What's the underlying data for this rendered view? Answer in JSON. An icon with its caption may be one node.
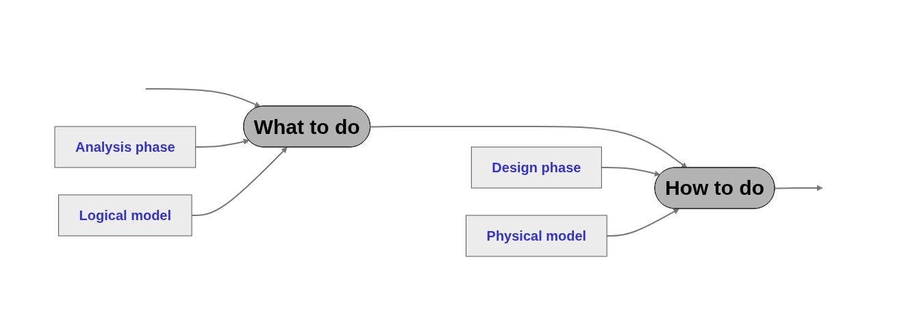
{
  "diagram": {
    "nodes": [
      {
        "text": [
          "Analysis phase"
        ]
      },
      {
        "text": [
          "What to do"
        ]
      },
      {
        "text": [
          "Logical model"
        ]
      },
      {
        "text": [
          "Design phase"
        ]
      },
      {
        "text": [
          "How to do"
        ]
      },
      {
        "text": [
          "Physical model"
        ]
      }
    ],
    "edges": [
      {
        "from": null,
        "to": 1,
        "arrow": "to"
      },
      {
        "from": 0,
        "to": 1,
        "arrow": "to"
      },
      {
        "from": 2,
        "to": 1,
        "arrow": "to"
      },
      {
        "from": 1,
        "to": 4,
        "arrow": "to"
      },
      {
        "from": 3,
        "to": 4,
        "arrow": "to"
      },
      {
        "from": 5,
        "to": 4,
        "arrow": "to"
      },
      {
        "from": 4,
        "to": null,
        "arrow": "to"
      }
    ]
  }
}
